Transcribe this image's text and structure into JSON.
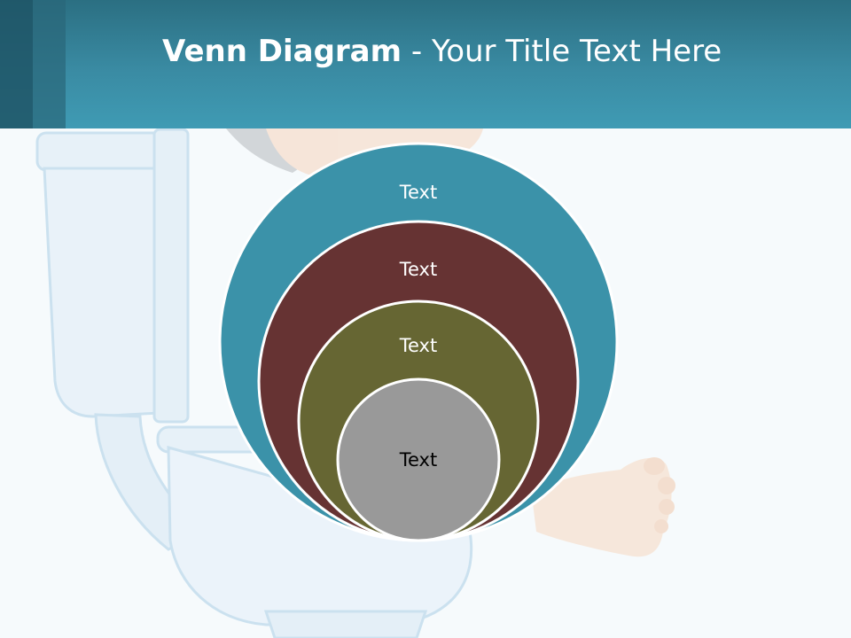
{
  "slide": {
    "title_bold": "Venn Diagram",
    "title_rest": " - Your Title Text Here"
  },
  "colors": {
    "header_top": "#2b6f82",
    "header_bottom": "#3f9bb4",
    "background": "#f6fafc"
  },
  "diagram": {
    "circles": [
      {
        "label": "Text",
        "color": "#3b92a9",
        "text_color": "#ffffff"
      },
      {
        "label": "Text",
        "color": "#663333",
        "text_color": "#ffffff"
      },
      {
        "label": "Text",
        "color": "#666633",
        "text_color": "#ffffff"
      },
      {
        "label": "Text",
        "color": "#999999",
        "text_color": "#000000"
      }
    ]
  },
  "illustration": {
    "icon": "toilet-with-person-icon"
  }
}
